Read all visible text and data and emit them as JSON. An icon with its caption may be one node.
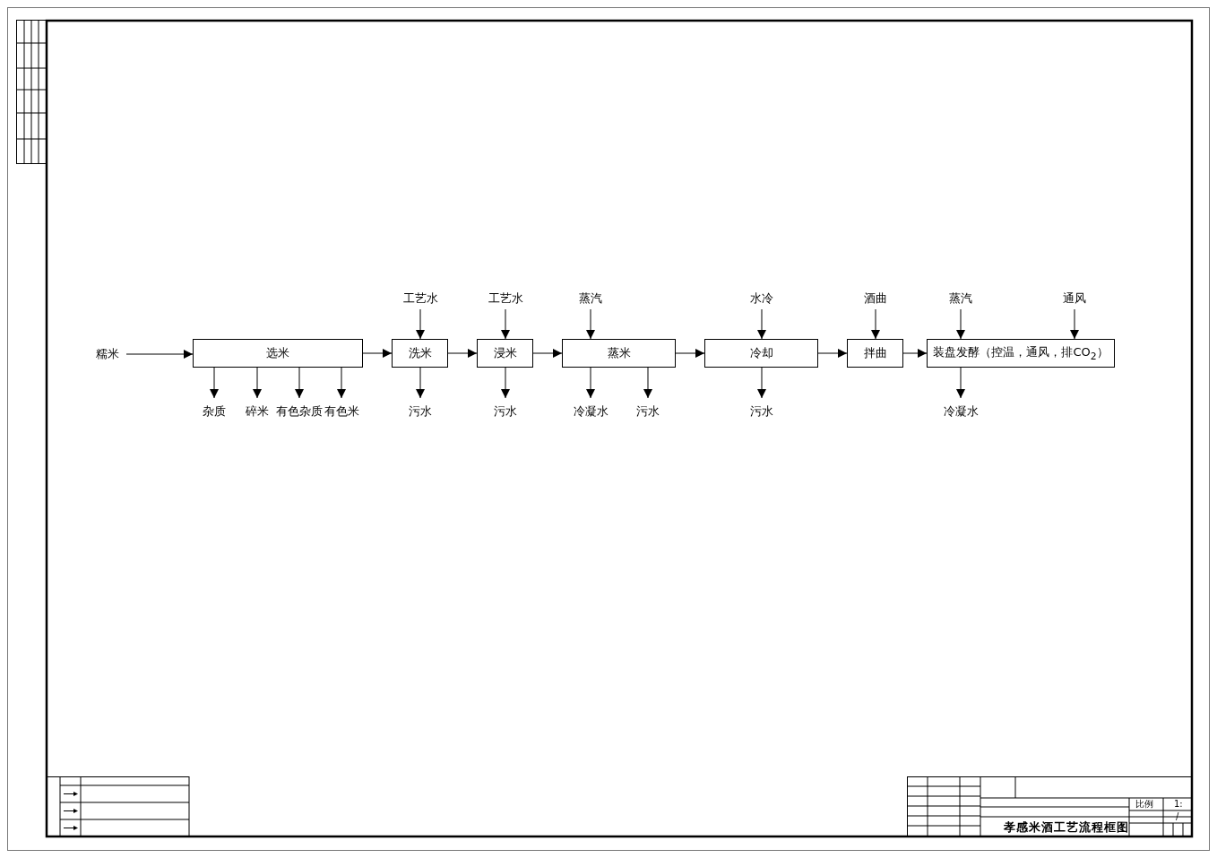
{
  "diagram": {
    "title": "孝感米酒工艺流程框图",
    "nodes": [
      {
        "text": [
          "糯米"
        ]
      },
      {
        "text": [
          "选米"
        ]
      },
      {
        "text": [
          "洗米"
        ]
      },
      {
        "text": [
          "浸米"
        ]
      },
      {
        "text": [
          "蒸米"
        ]
      },
      {
        "text": [
          "冷却"
        ]
      },
      {
        "text": [
          "拌曲"
        ]
      },
      {
        "text": [
          "装盘发酵（控温，通风，排CO$_{2}$）"
        ]
      },
      {
        "text": [
          "工艺水"
        ]
      },
      {
        "text": [
          "工艺水"
        ]
      },
      {
        "text": [
          "蒸汽"
        ]
      },
      {
        "text": [
          "水冷"
        ]
      },
      {
        "text": [
          "酒曲"
        ]
      },
      {
        "text": [
          "蒸汽"
        ]
      },
      {
        "text": [
          "通风"
        ]
      },
      {
        "text": [
          "杂质"
        ]
      },
      {
        "text": [
          "碎米"
        ]
      },
      {
        "text": [
          "有色杂质"
        ]
      },
      {
        "text": [
          "有色米"
        ]
      },
      {
        "text": [
          "污水"
        ]
      },
      {
        "text": [
          "污水"
        ]
      },
      {
        "text": [
          "冷凝水"
        ]
      },
      {
        "text": [
          "污水"
        ]
      },
      {
        "text": [
          "污水"
        ]
      },
      {
        "text": [
          "冷凝水"
        ]
      }
    ],
    "edges": [
      {
        "from": 0,
        "to": 1,
        "arrow": "to"
      },
      {
        "from": 1,
        "to": 2,
        "arrow": "to"
      },
      {
        "from": 2,
        "to": 3,
        "arrow": "to"
      },
      {
        "from": 3,
        "to": 4,
        "arrow": "to"
      },
      {
        "from": 4,
        "to": 5,
        "arrow": "to"
      },
      {
        "from": 5,
        "to": 6,
        "arrow": "to"
      },
      {
        "from": 6,
        "to": 7,
        "arrow": "to"
      },
      {
        "from": 8,
        "to": 2,
        "arrow": "to"
      },
      {
        "from": 9,
        "to": 3,
        "arrow": "to"
      },
      {
        "from": 10,
        "to": 4,
        "arrow": "to"
      },
      {
        "from": 11,
        "to": 5,
        "arrow": "to"
      },
      {
        "from": 12,
        "to": 6,
        "arrow": "to"
      },
      {
        "from": 13,
        "to": 7,
        "arrow": "to"
      },
      {
        "from": 14,
        "to": 7,
        "arrow": "to"
      },
      {
        "from": 1,
        "to": 15,
        "arrow": "to"
      },
      {
        "from": 1,
        "to": 16,
        "arrow": "to"
      },
      {
        "from": 1,
        "to": 17,
        "arrow": "to"
      },
      {
        "from": 1,
        "to": 18,
        "arrow": "to"
      },
      {
        "from": 2,
        "to": 19,
        "arrow": "to"
      },
      {
        "from": 3,
        "to": 20,
        "arrow": "to"
      },
      {
        "from": 4,
        "to": 21,
        "arrow": "to"
      },
      {
        "from": 4,
        "to": 22,
        "arrow": "to"
      },
      {
        "from": 5,
        "to": 23,
        "arrow": "to"
      },
      {
        "from": 7,
        "to": 24,
        "arrow": "to"
      }
    ],
    "labels": [
      "比例",
      "1:",
      "/"
    ]
  }
}
